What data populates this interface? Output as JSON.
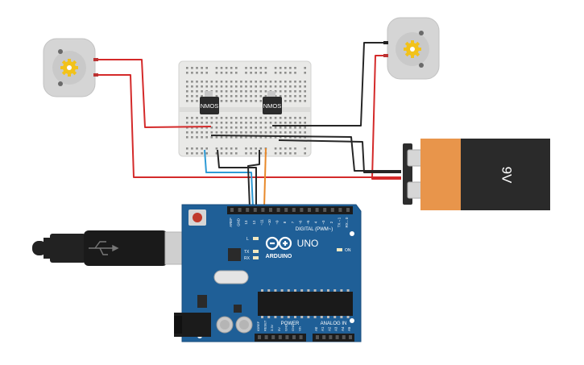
{
  "components": {
    "motor_left": {
      "name": "dc-motor"
    },
    "motor_right": {
      "name": "dc-motor"
    },
    "breadboard": {
      "name": "mini-breadboard"
    },
    "transistors": [
      {
        "label": "NMOS"
      },
      {
        "label": "NMOS"
      }
    ],
    "battery": {
      "label": "9V",
      "minus": "−",
      "plus": "+"
    },
    "arduino": {
      "brand": "ARDUINO",
      "model": "UNO",
      "digital_header": "DIGITAL (PWM~)",
      "power_header": "POWER",
      "analog_header": "ANALOG IN",
      "on_label": "ON",
      "l_label": "L",
      "tx_label": "TX",
      "rx_label": "RX",
      "top_pins": [
        "AREF",
        "GND",
        "13",
        "12",
        "~11",
        "~10",
        "~9",
        "8",
        "7",
        "~6",
        "~5",
        "4",
        "~3",
        "2",
        "TX→1",
        "RX←0"
      ],
      "power_pins": [
        "IOREF",
        "RESET",
        "3.3V",
        "5V",
        "GND",
        "GND",
        "Vin"
      ],
      "analog_pins": [
        "A0",
        "A1",
        "A2",
        "A3",
        "A4",
        "A5"
      ]
    }
  },
  "colors": {
    "wire_red": "#d42a2a",
    "wire_black": "#262626",
    "wire_blue": "#2e9bd6",
    "wire_orange": "#e8892a",
    "arduino_blue": "#1f5f97",
    "battery_orange": "#e8954b",
    "battery_black": "#2a2a2a"
  }
}
